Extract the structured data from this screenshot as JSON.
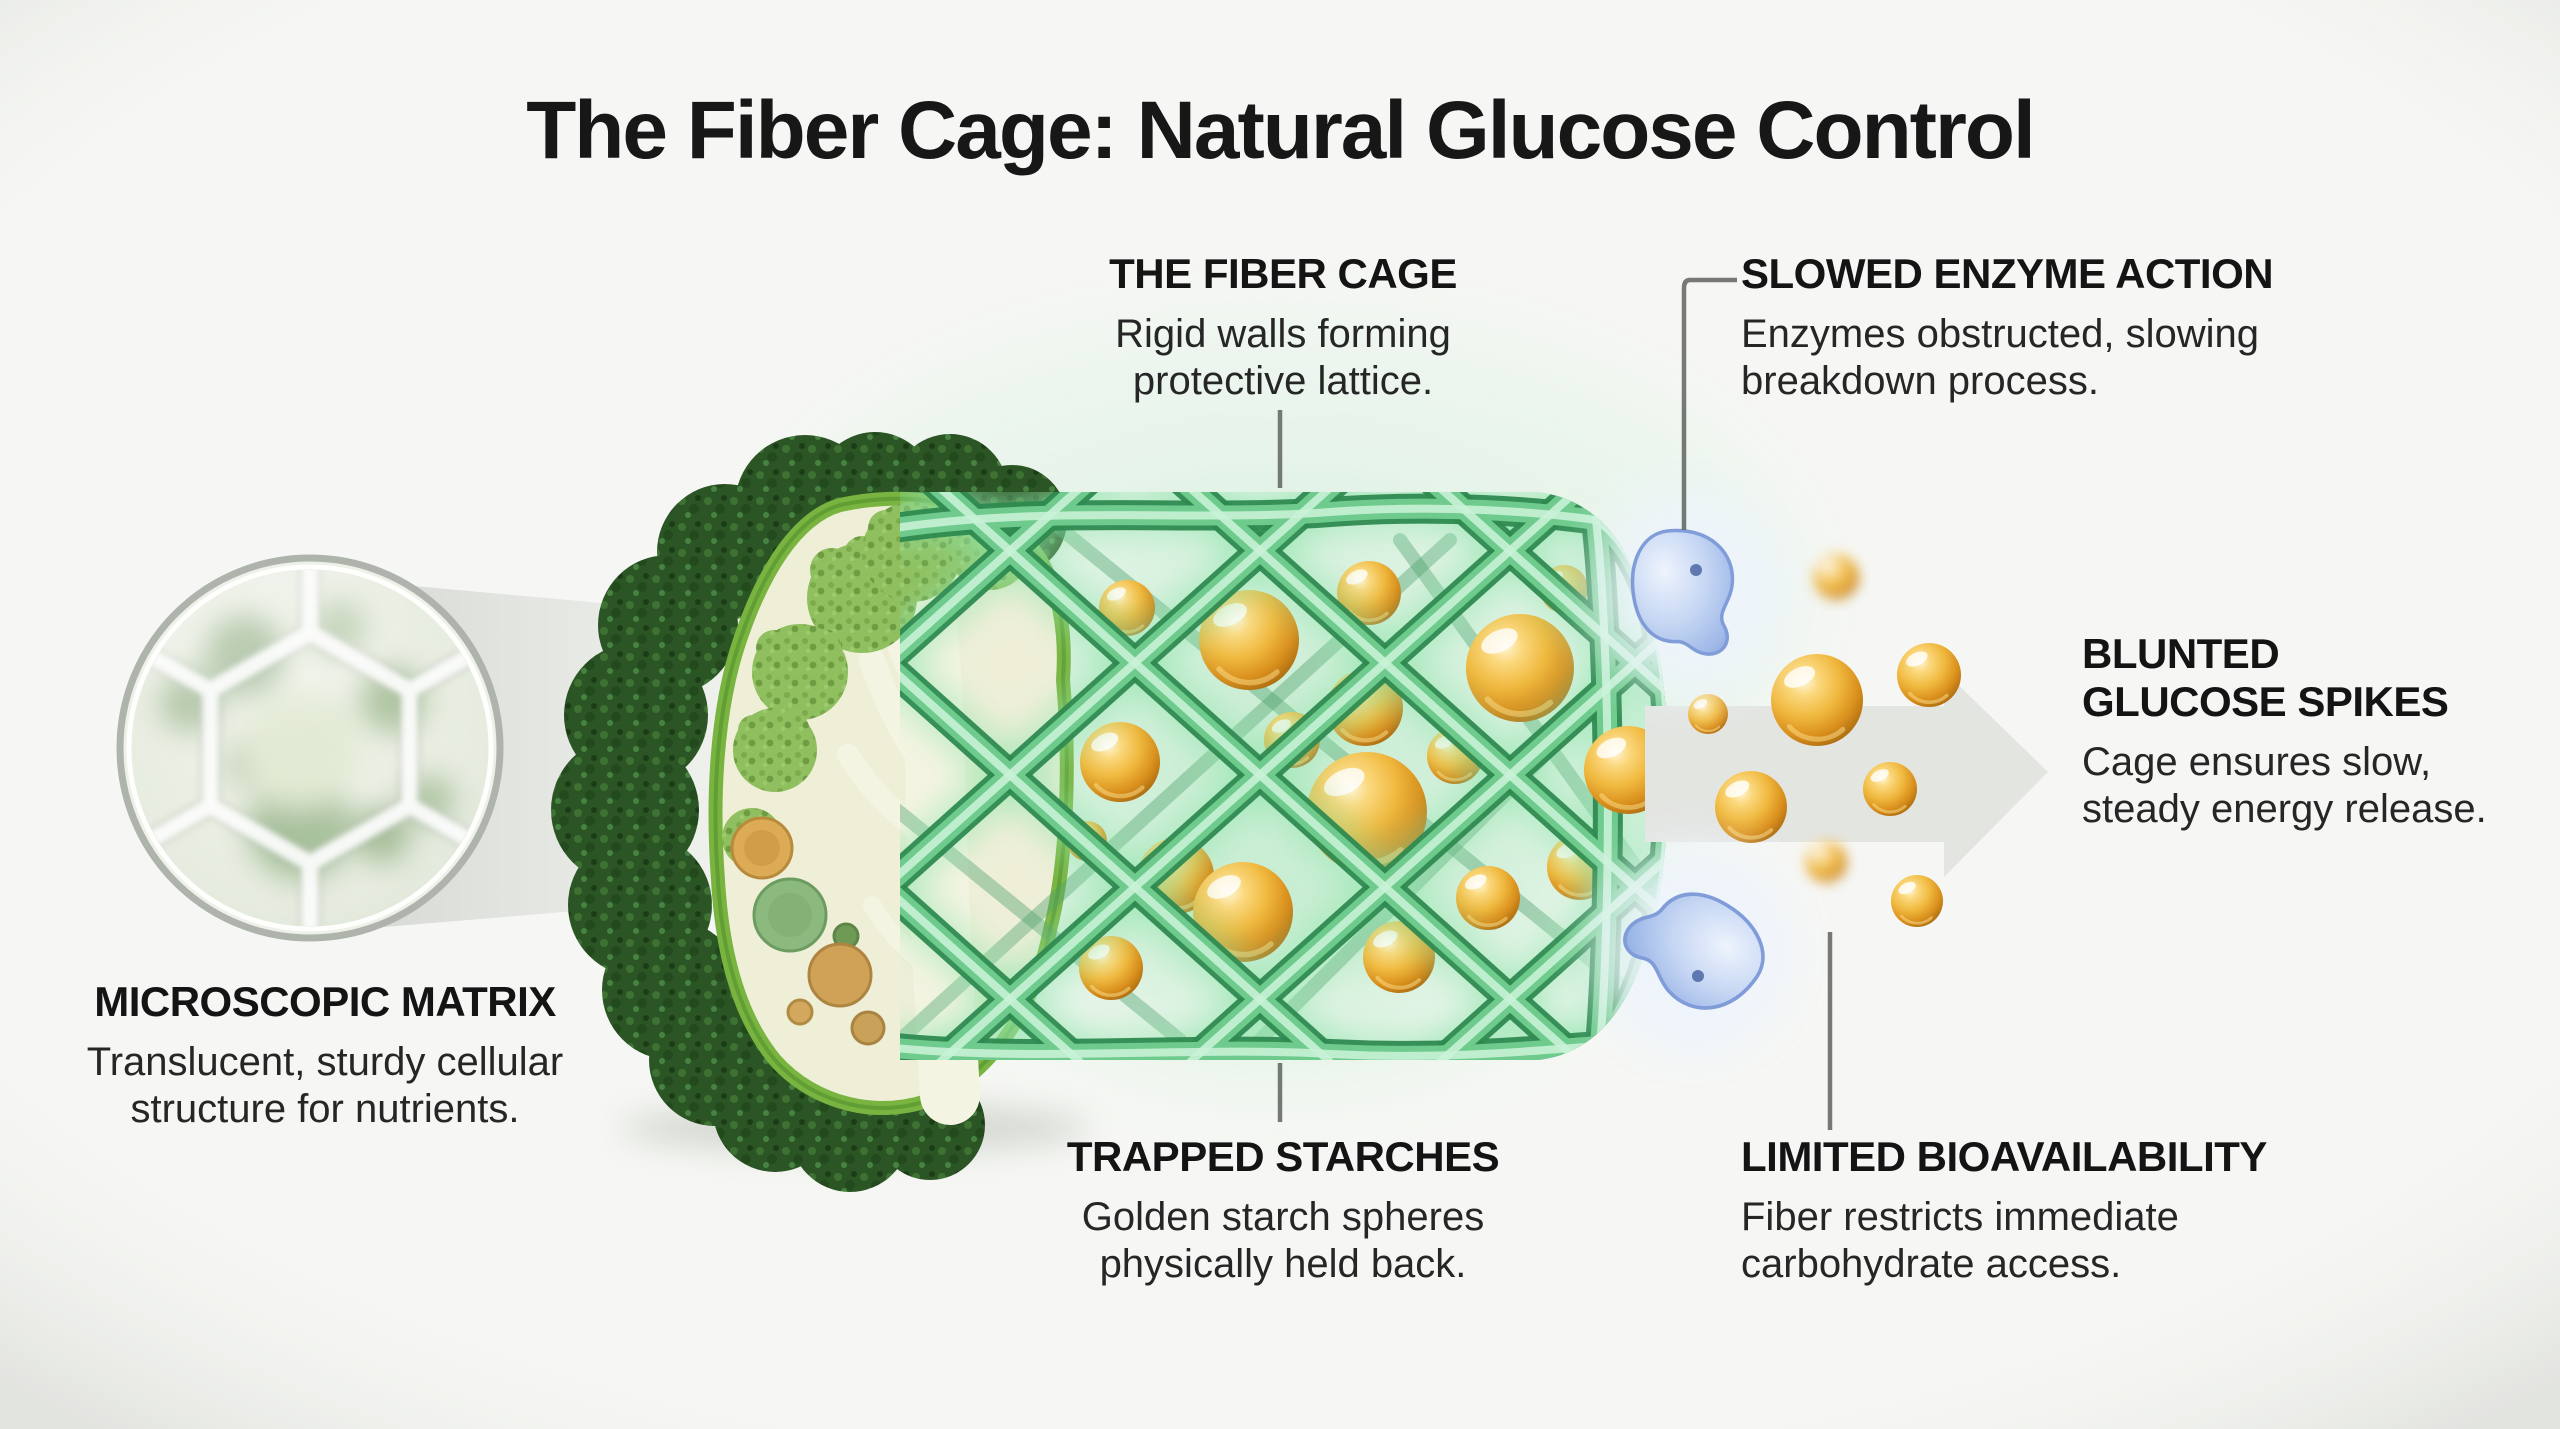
{
  "title": "The Fiber Cage: Natural Glucose Control",
  "labels": {
    "fiber_cage": {
      "heading": "THE FIBER CAGE",
      "body_lines": [
        "Rigid walls forming",
        "protective lattice."
      ]
    },
    "enzyme_action": {
      "heading": "SLOWED ENZYME ACTION",
      "body_lines": [
        "Enzymes obstructed, slowing",
        "breakdown process."
      ]
    },
    "matrix": {
      "heading": "MICROSCOPIC MATRIX",
      "body_lines": [
        "Translucent, sturdy cellular",
        "structure for nutrients."
      ]
    },
    "starches": {
      "heading": "TRAPPED STARCHES",
      "body_lines": [
        "Golden starch spheres",
        "physically held back."
      ]
    },
    "bioavailability": {
      "heading": "LIMITED BIOAVAILABILITY",
      "body_lines": [
        "Fiber restricts immediate",
        "carbohydrate access."
      ]
    },
    "glucose": {
      "heading_lines": [
        "BLUNTED",
        "GLUCOSE SPIKES"
      ],
      "body_lines": [
        "Cage ensures slow,",
        "steady energy release."
      ]
    }
  },
  "illustration_parts": [
    "microscope-matrix-inset",
    "magnifier-beam",
    "broccoli-cross-section",
    "fiber-cage-lattice",
    "trapped-starch-spheres",
    "enzyme-blobs",
    "released-starch-spheres",
    "release-arrow"
  ],
  "palette": {
    "background": "#f6f7f4",
    "title_text": "#171717",
    "heading_text": "#141414",
    "body_text": "#262626",
    "connector_gray": "#5f635e",
    "cage_green": "#55b377",
    "cage_green_dark": "#2e8a50",
    "cage_green_light": "#c8f2d6",
    "cage_glow": "#a9e5ba",
    "starch_gold": "#f0b93f",
    "starch_gold_dark": "#a86c10",
    "starch_highlight": "#fff3cf",
    "enzyme_blue": "#b7cdf2",
    "enzyme_blue_dark": "#6d8fd2",
    "arrow_gray": "#e3e5e1",
    "broccoli_dark_green": "#2c5526",
    "broccoli_rim_green": "#79b441",
    "broccoli_flesh": "#efefd8",
    "microscope_ring": "#aeb3ac"
  }
}
